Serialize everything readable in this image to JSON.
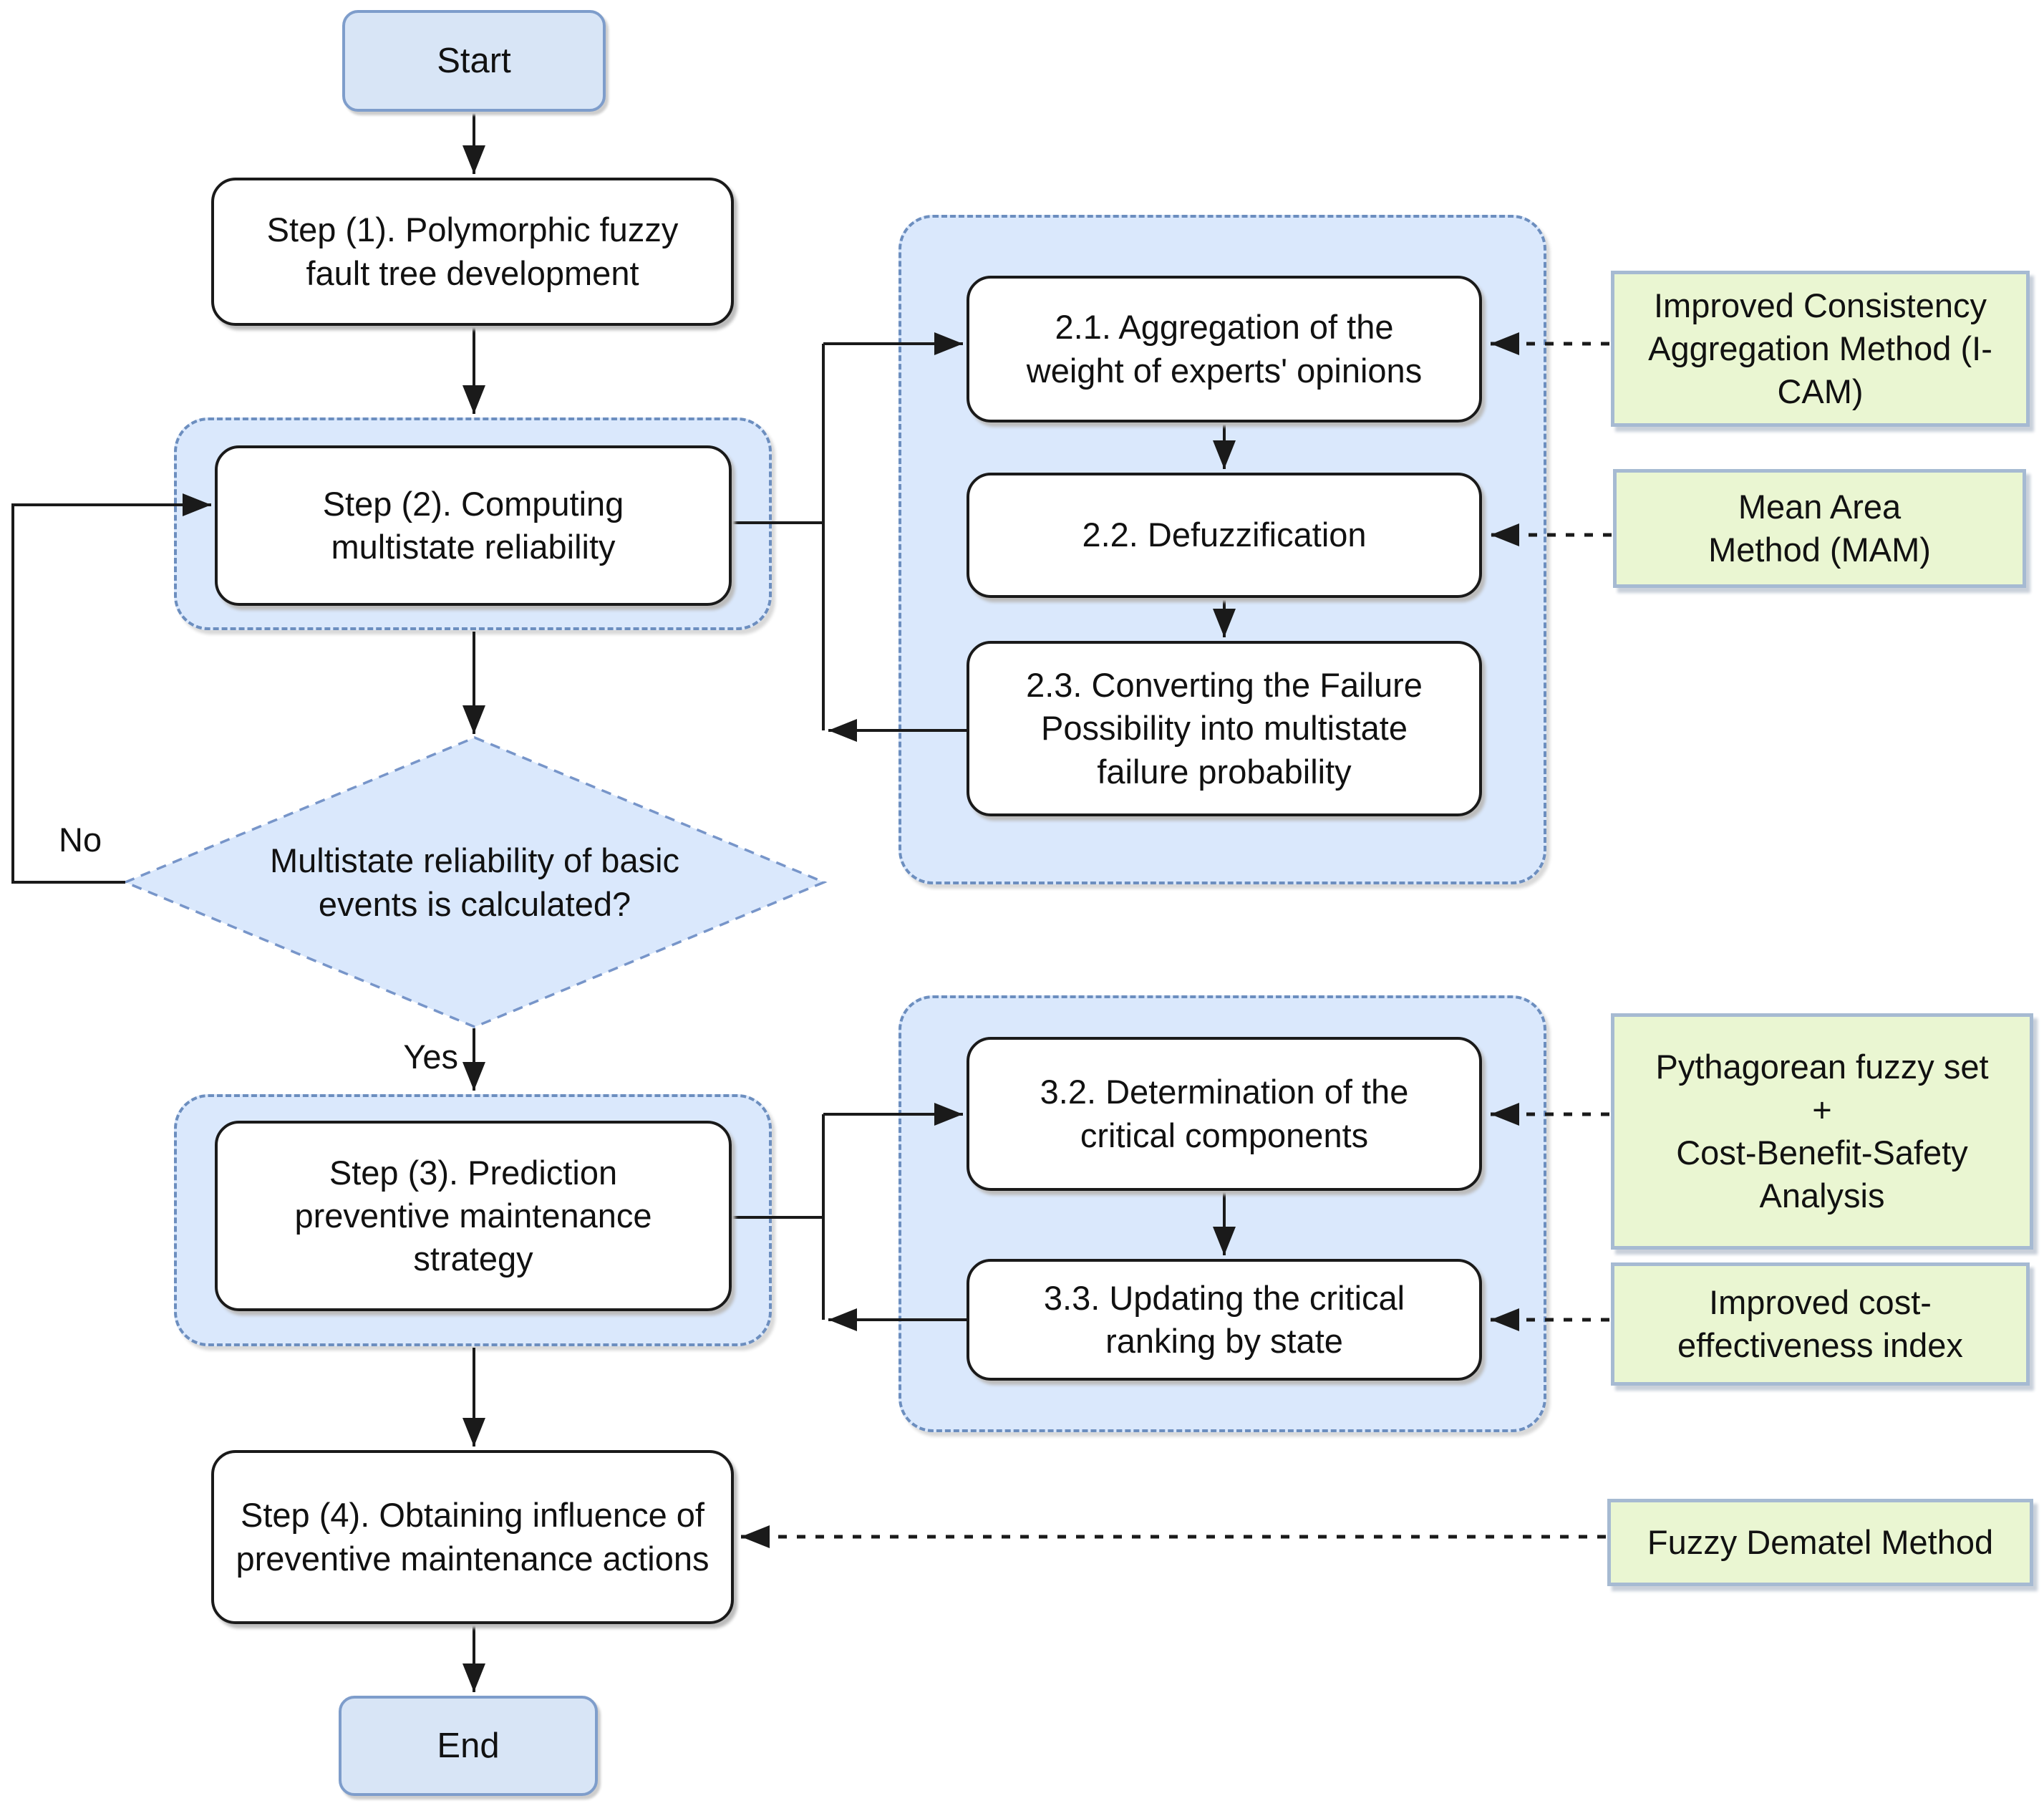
{
  "nodes": {
    "start": "Start",
    "step1": "Step (1). Polymorphic fuzzy fault tree development",
    "step2": "Step (2). Computing multistate reliability",
    "sub21": "2.1. Aggregation of the weight of experts' opinions",
    "sub22": "2.2. Defuzzification",
    "sub23": "2.3. Converting the Failure Possibility into multistate failure probability",
    "decision": "Multistate reliability of basic events is calculated?",
    "step3": "Step (3). Prediction preventive maintenance strategy",
    "sub32": "3.2. Determination of the critical components",
    "sub33": "3.3. Updating the critical ranking by state",
    "step4": "Step (4). Obtaining influence of preventive maintenance actions",
    "end": "End"
  },
  "methods": {
    "icam": "Improved Consistency Aggregation Method (I-CAM)",
    "mam": "Mean Area Method (MAM)",
    "pfs_lines": [
      "Pythagorean fuzzy set",
      "+",
      "Cost-Benefit-Safety Analysis"
    ],
    "cei": "Improved cost-effectiveness index",
    "dematel": "Fuzzy Dematel Method"
  },
  "labels": {
    "no": "No",
    "yes": "Yes"
  },
  "colors": {
    "process_fill": "#ffffff",
    "process_border": "#1a1a1a",
    "terminator_fill": "#d8e5f6",
    "terminator_border": "#7e9dcb",
    "container_fill": "#dae8fc",
    "container_border": "#6c8ebf",
    "method_fill": "#eaf6d2",
    "method_border": "#a6bad2",
    "connector": "#1a1a1a"
  }
}
